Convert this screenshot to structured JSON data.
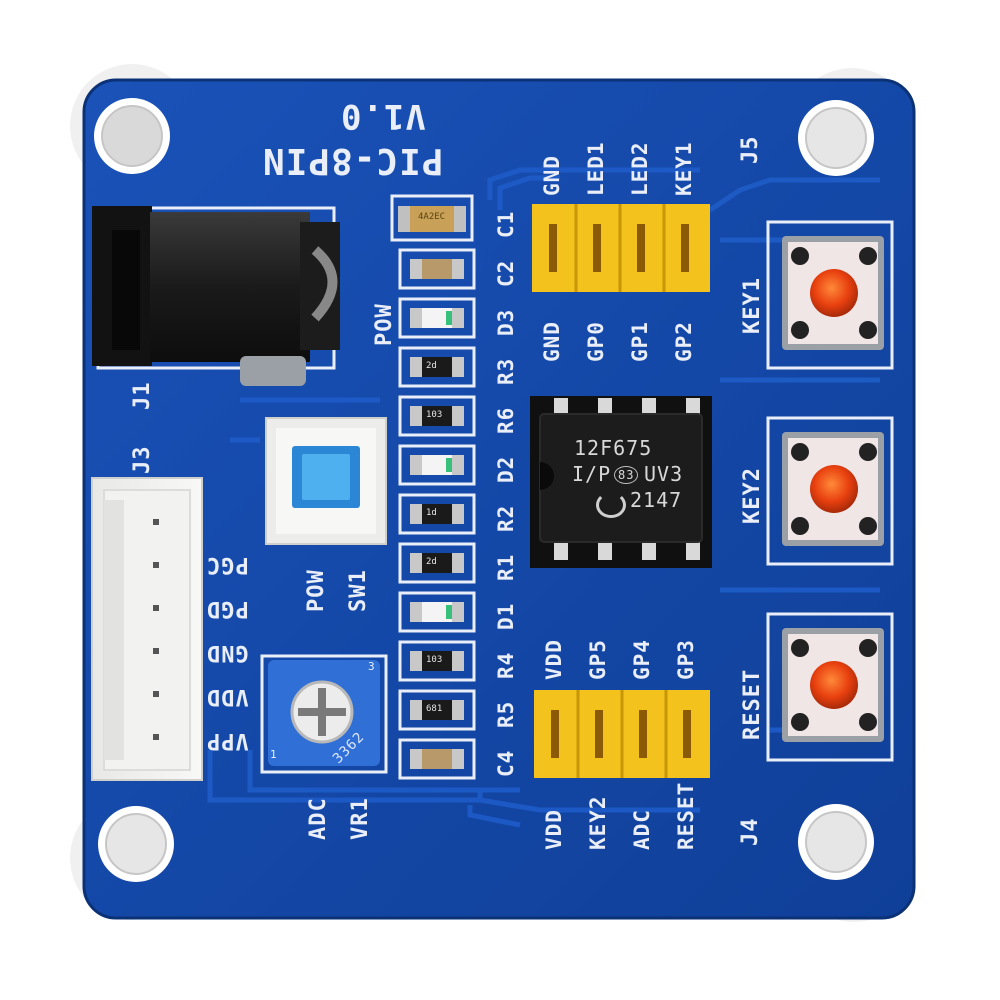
{
  "board": {
    "title": "PIC-8PIN",
    "version": "V1.0",
    "colors": {
      "pcb": "#1246a6",
      "pcb_dark": "#0c347e",
      "silkscreen": "#e9eef8",
      "jumper": "#f3c21c",
      "button_cap": "#e83a12",
      "switch": "#3aa0e6",
      "pot": "#2f6fd6"
    }
  },
  "chip": {
    "line1": "12F675",
    "line2": "I/P",
    "logo": "83",
    "line2b": "UV3",
    "line3": "2147"
  },
  "components": {
    "j1": "J1",
    "j3": "J3",
    "j4": "J4",
    "j5": "J5",
    "sw1": "SW1",
    "sw1_pow": "POW",
    "vr1": "VR1",
    "vr1_adc": "ADC",
    "pot_code": "3362",
    "pot_pin1": "1",
    "pot_pin3": "3",
    "key1": "KEY1",
    "key2": "KEY2",
    "reset": "RESET",
    "pow_led": "POW",
    "c1_code": "4A2EC"
  },
  "column_labels": [
    "C1",
    "C2",
    "D3",
    "R3",
    "R6",
    "D2",
    "R2",
    "R1",
    "D1",
    "R4",
    "R5",
    "C4"
  ],
  "smd_codes": [
    "",
    "",
    "",
    "2d",
    "103",
    "",
    "1d",
    "2d",
    "",
    "103",
    "681",
    ""
  ],
  "prog_header": [
    "PGC",
    "PGD",
    "GND",
    "VDD",
    "VPP"
  ],
  "j5": {
    "top": [
      "GND",
      "LED1",
      "LED2",
      "KEY1"
    ],
    "bottom": [
      "GND",
      "GP0",
      "GP1",
      "GP2"
    ]
  },
  "j4": {
    "top": [
      "VDD",
      "GP5",
      "GP4",
      "GP3"
    ],
    "bottom": [
      "VDD",
      "KEY2",
      "ADC",
      "RESET"
    ]
  }
}
